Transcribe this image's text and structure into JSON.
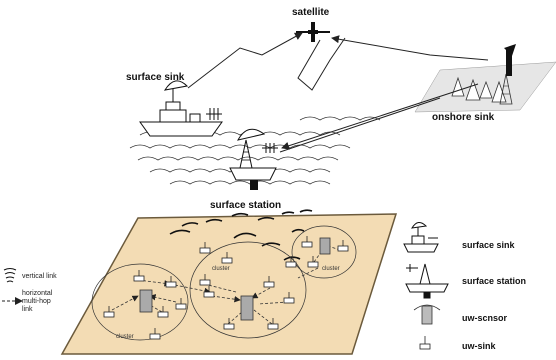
{
  "labels": {
    "satellite": "satellite",
    "surface_sink": "surface sink",
    "onshore_sink": "onshore sink",
    "surface_station": "surface station"
  },
  "clusters": [
    "cluster",
    "cluster",
    "cluster"
  ],
  "legend_left": {
    "vertical_link": "vertical link",
    "horizontal_link_1": "horizontal",
    "horizontal_link_2": "multi-hop",
    "horizontal_link_3": "link"
  },
  "legend_right": {
    "surface_sink": "surface sink",
    "surface_station": "surface station",
    "uw_sensor": "uw-scnsor",
    "uw_sink": "uw-sink"
  },
  "colors": {
    "seabed": "#f3dcb4",
    "seabed_edge": "#6b5a3c",
    "line": "#222222"
  }
}
